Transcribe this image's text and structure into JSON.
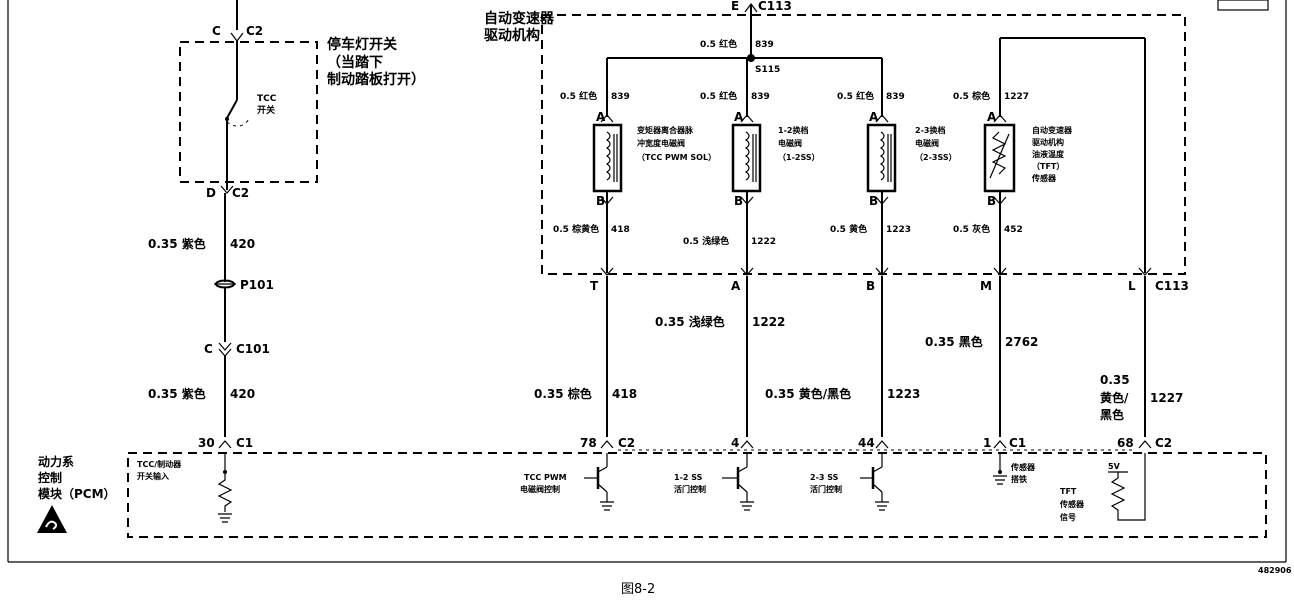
{
  "figure": {
    "caption": "图8-2",
    "code": "482906"
  },
  "brake_switch": {
    "title": "停车灯开关",
    "note_line1": "（当踏下",
    "note_line2": "制动踏板打开）",
    "tcc_label": "TCC",
    "tcc_label2": "开关",
    "conn_top_pin": "C",
    "conn_top": "C2",
    "conn_bottom_pin": "D",
    "conn_bottom": "C2"
  },
  "left_wires": {
    "wire1_gauge_color": "0.35 紫色",
    "wire1_circuit": "420",
    "splice": "P101",
    "c101_pin": "C",
    "c101": "C101",
    "wire2_gauge_color": "0.35 紫色",
    "wire2_circuit": "420"
  },
  "trans_assembly": {
    "title": "自动变速器",
    "title2": "驱动机构",
    "top_conn_pin": "E",
    "top_conn": "C113",
    "feed_wire": "0.5 红色",
    "feed_circuit": "839",
    "splice": "S115",
    "solenoids": [
      {
        "top_wire": "0.5 红色",
        "top_circuit": "839",
        "pin_a": "A",
        "pin_b": "B",
        "name1": "变矩器离合器脉",
        "name2": "冲宽度电磁阀",
        "name3": "（TCC PWM SOL）",
        "bottom_wire": "0.5 棕黄色",
        "bottom_circuit": "418",
        "conn_pin": "T"
      },
      {
        "top_wire": "0.5 红色",
        "top_circuit": "839",
        "pin_a": "A",
        "pin_b": "B",
        "name1": "1-2换档",
        "name2": "电磁阀",
        "name3": "（1-2SS）",
        "bottom_wire": "0.5 浅绿色",
        "bottom_circuit": "1222",
        "conn_pin": "A"
      },
      {
        "top_wire": "0.5 红色",
        "top_circuit": "839",
        "pin_a": "A",
        "pin_b": "B",
        "name1": "2-3换档",
        "name2": "电磁阀",
        "name3": "（2-3SS）",
        "bottom_wire": "0.5 黄色",
        "bottom_circuit": "1223",
        "conn_pin": "B"
      },
      {
        "top_wire": "0.5 棕色",
        "top_circuit": "1227",
        "pin_a": "A",
        "pin_b": "B",
        "name1": "自动变速器",
        "name2": "驱动机构",
        "name3": "油液温度",
        "name4": "（TFT）",
        "name5": "传感器",
        "bottom_wire": "0.5 灰色",
        "bottom_circuit": "452",
        "conn_pin": "M"
      }
    ],
    "tft_conn_pin": "L",
    "conn": "C113"
  },
  "lower_wires": [
    {
      "gauge_color": "0.35 棕色",
      "circuit": "418"
    },
    {
      "gauge_color": "0.35 浅绿色",
      "circuit": "1222"
    },
    {
      "gauge_color": "0.35 黄色/黑色",
      "circuit": "1223"
    },
    {
      "gauge_color": "0.35 黑色",
      "circuit": "2762"
    },
    {
      "gauge_line1": "0.35",
      "gauge_line2": "黄色/",
      "gauge_line3": "黑色",
      "circuit": "1227"
    }
  ],
  "pcm": {
    "title1": "动力系",
    "title2": "控制",
    "title3": "模块（PCM）",
    "pins": [
      {
        "pin": "30",
        "conn": "C1"
      },
      {
        "pin": "78",
        "conn": "C2"
      },
      {
        "pin": "4",
        "conn": ""
      },
      {
        "pin": "44",
        "conn": ""
      },
      {
        "pin": "1",
        "conn": "C1"
      },
      {
        "pin": "68",
        "conn": "C2"
      }
    ],
    "input_label1": "TCC/制动器",
    "input_label2": "开关输入",
    "drv1_label1": "TCC PWM",
    "drv1_label2": "电磁阀控制",
    "drv2_label1": "1-2 SS",
    "drv2_label2": "活门控制",
    "drv3_label1": "2-3 SS",
    "drv3_label2": "活门控制",
    "sensor_ground1": "传感器",
    "sensor_ground2": "搭铁",
    "v5": "5V",
    "tft_sig1": "TFT",
    "tft_sig2": "传感器",
    "tft_sig3": "信号"
  }
}
